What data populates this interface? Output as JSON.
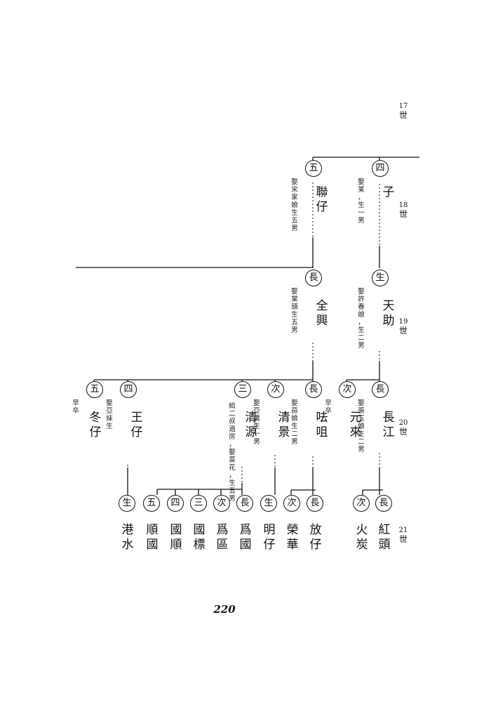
{
  "page_number": "220",
  "generations": [
    {
      "num": "17",
      "label": "世"
    },
    {
      "num": "18",
      "label": "世"
    },
    {
      "num": "19",
      "label": "世"
    },
    {
      "num": "20",
      "label": "世"
    },
    {
      "num": "21",
      "label": "世"
    }
  ],
  "persons": [
    {
      "id": "si-zi",
      "rank": "四",
      "name": "子",
      "note": "娶某，生一男"
    },
    {
      "id": "wu-lianzai",
      "rank": "五",
      "name": "聯仔",
      "note": "娶宋家娘生五男"
    },
    {
      "id": "sheng-tianzhu",
      "rank": "生",
      "name": "天助",
      "note": "娶許春娘，生二男"
    },
    {
      "id": "zhang-quanxing",
      "rank": "長",
      "name": "全興",
      "note": "娶棠頭生五男"
    },
    {
      "id": "zhang-changjiang",
      "rank": "長",
      "name": "長江",
      "note": "娶張玉娘生二男"
    },
    {
      "id": "ci-yuanlai",
      "rank": "次",
      "name": "元來",
      "note": "早卒"
    },
    {
      "id": "zhang-qiezu",
      "rank": "長",
      "name": "呿咀",
      "note": "娶蒜娘生二男"
    },
    {
      "id": "ci-qingjing",
      "rank": "次",
      "name": "清景",
      "note": "娶亞葉生一男"
    },
    {
      "id": "san-qingyuan",
      "rank": "三",
      "name": "清源",
      "note": "給二叔過房，娶菜花，生五男"
    },
    {
      "id": "si-wangzai",
      "rank": "四",
      "name": "王仔",
      "note": "娶亞妹生"
    },
    {
      "id": "wu-dongzai",
      "rank": "五",
      "name": "冬仔",
      "note": "早卒"
    },
    {
      "id": "zhang-hongtou",
      "rank": "長",
      "name": "紅頭",
      "note": ""
    },
    {
      "id": "ci-huotan",
      "rank": "次",
      "name": "火炭",
      "note": ""
    },
    {
      "id": "zhang-fangzai",
      "rank": "長",
      "name": "放仔",
      "note": ""
    },
    {
      "id": "ci-ronghua",
      "rank": "次",
      "name": "榮華",
      "note": ""
    },
    {
      "id": "sheng-mingzai",
      "rank": "生",
      "name": "明仔",
      "note": ""
    },
    {
      "id": "zhang-weiguo",
      "rank": "長",
      "name": "爲國",
      "note": ""
    },
    {
      "id": "ci-weiqu",
      "rank": "次",
      "name": "爲區",
      "note": ""
    },
    {
      "id": "san-guobiao",
      "rank": "三",
      "name": "國標",
      "note": ""
    },
    {
      "id": "si-guoshun",
      "rank": "四",
      "name": "國順",
      "note": ""
    },
    {
      "id": "wu-shunguo",
      "rank": "五",
      "name": "順國",
      "note": ""
    },
    {
      "id": "sheng-gangshui",
      "rank": "生",
      "name": "港水",
      "note": ""
    }
  ]
}
